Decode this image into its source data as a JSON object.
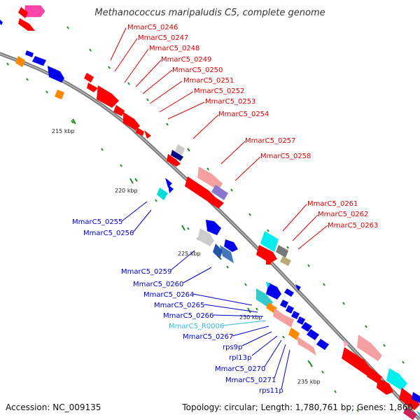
{
  "title": "Methanococcus maripaludis C5, complete genome",
  "footer": {
    "accession": "Accession: NC_009135",
    "topology": "Topology: circular; Length: 1,780,761 bp; Genes: 1,860"
  },
  "colors": {
    "forward_gene": "#ff0000",
    "reverse_gene": "#0000ee",
    "rna_gene": "#33bbdd",
    "backbone": "#808080",
    "tick": "#228b22"
  },
  "ticks": {
    "t215": "215 kbp",
    "t220": "220 kbp",
    "t225": "225 kbp",
    "t230": "230 kbp",
    "t235": "235 kbp"
  },
  "labels": {
    "l0246": "MmarC5_0246",
    "l0247": "MmarC5_0247",
    "l0248": "MmarC5_0248",
    "l0249": "MmarC5_0249",
    "l0250": "MmarC5_0250",
    "l0251": "MmarC5_0251",
    "l0252": "MmarC5_0252",
    "l0253": "MmarC5_0253",
    "l0254": "MmarC5_0254",
    "l0257": "MmarC5_0257",
    "l0258": "MmarC5_0258",
    "l0261": "MmarC5_0261",
    "l0262": "MmarC5_0262",
    "l0263": "MmarC5_0263",
    "l0255": "MmarC5_0255",
    "l0256": "MmarC5_0256",
    "l0259": "MmarC5_0259",
    "l0260": "MmarC5_0260",
    "l0264": "MmarC5_0264",
    "l0265": "MmarC5_0265",
    "l0266": "MmarC5_0266",
    "lR0006": "MmarC5_R0006",
    "l0267": "MmarC5_0267",
    "rps9p": "rps9p",
    "rpl13p": "rpl13p",
    "l0270": "MmarC5_0270",
    "l0271": "MmarC5_0271",
    "rps11p": "rps11p"
  }
}
